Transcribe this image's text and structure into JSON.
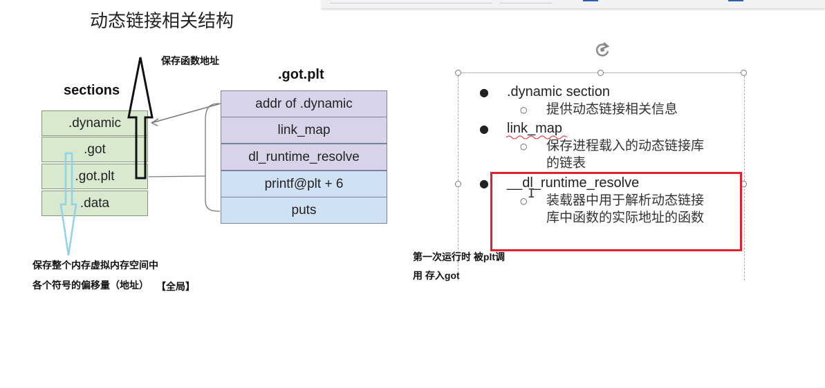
{
  "title": "动态链接相关结构",
  "left_diagram": {
    "sections_label": "sections",
    "sections": [
      ".dynamic",
      ".got",
      ".got.plt",
      ".data"
    ],
    "gotplt_label": ".got.plt",
    "gotplt_entries": [
      "addr of .dynamic",
      "link_map",
      "dl_runtime_resolve",
      "printf@plt + 6",
      "puts"
    ],
    "note_arrow_up": "保存函数地址",
    "note_bottom_line1": "保存整个内存虚拟内存空间中",
    "note_bottom_line2": "各个符号的偏移量（地址）",
    "note_bottom_tag": "【全局】"
  },
  "slide": {
    "items": [
      {
        "text": ".dynamic section",
        "sub": [
          "提供动态链接相关信息"
        ]
      },
      {
        "text": "link_map",
        "sub": [
          "保存进程载入的动态链接库",
          "的链表"
        ]
      },
      {
        "text": "__dl_runtime_resolve",
        "sub": [
          "装载器中用于解析动态链接",
          "库中函数的实际地址的函数"
        ]
      }
    ]
  },
  "side_note": {
    "line1": "第一次运行时 被plt调",
    "line2": "用 存入got"
  },
  "colors": {
    "section_fill": "#d9e9d0",
    "gotplt_purple": "#d9d3e9",
    "gotplt_blue": "#cfe1f3",
    "highlight_red": "#e0202a",
    "hollow_arrow_cyan": "#8fd3e8"
  }
}
